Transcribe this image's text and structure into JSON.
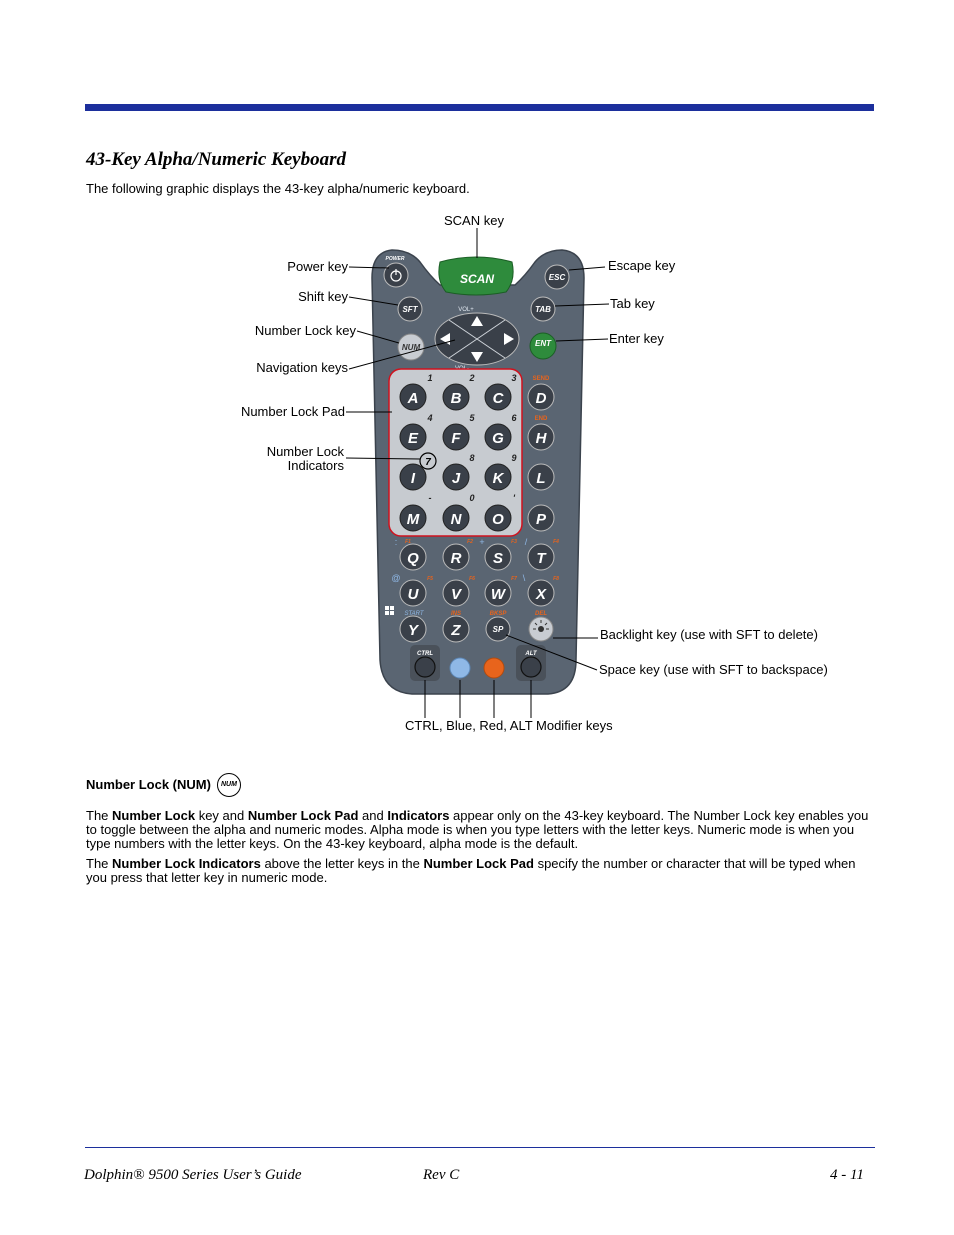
{
  "heading": "43-Key Alpha/Numeric Keyboard",
  "intro": "The following graphic displays the 43-key alpha/numeric keyboard.",
  "callouts": {
    "scan": "SCAN key",
    "power": "Power key",
    "shift": "Shift key",
    "numlock": "Number Lock key",
    "nav": "Navigation keys",
    "numpad": "Number Lock Pad",
    "indicators": "Number Lock Indicators",
    "escape": "Escape key",
    "tab": "Tab key",
    "enter": "Enter key",
    "backlight": "Backlight key (use with SFT to delete)",
    "space": "Space key (use with SFT to backspace)",
    "modifiers": "CTRL, Blue, Red, ALT Modifier keys"
  },
  "keyboard": {
    "scan": "SCAN",
    "power": "POWER",
    "esc": "ESC",
    "sft": "SFT",
    "tab": "TAB",
    "num": "NUM",
    "ent": "ENT",
    "vol_up": "VOL+",
    "vol_down": "VOL-",
    "ctrl": "CTRL",
    "alt": "ALT",
    "sp": "SP",
    "start": "START",
    "ins": "INS",
    "bksp": "BKSP",
    "del": "DEL",
    "send": "SEND",
    "end": "END",
    "rows": [
      [
        "A",
        "B",
        "C",
        "D"
      ],
      [
        "E",
        "F",
        "G",
        "H"
      ],
      [
        "I",
        "J",
        "K",
        "L"
      ],
      [
        "M",
        "N",
        "O",
        "P"
      ],
      [
        "Q",
        "R",
        "S",
        "T"
      ],
      [
        "U",
        "V",
        "W",
        "X"
      ],
      [
        "Y",
        "Z"
      ]
    ],
    "num_indicators": [
      [
        "1",
        "2",
        "3"
      ],
      [
        "4",
        "5",
        "6"
      ],
      [
        "7",
        "8",
        "9"
      ],
      [
        "-",
        "0",
        "'"
      ]
    ],
    "f_labels": [
      "F1",
      "F2",
      "F3",
      "F4",
      "F5",
      "F6",
      "F7",
      "F8"
    ],
    "symbols": [
      ":",
      "+",
      "/",
      "@",
      "\\"
    ],
    "colors": {
      "body": "#5a6572",
      "key": "#3a4049",
      "scan": "#2e8b3c",
      "ent": "#2e8b3c",
      "numpad": "#c7cbd0",
      "numpad_outline": "#d0121e",
      "blue_key": "#8fb8e6",
      "red_key": "#e8641c",
      "accent_orange": "#e8641c",
      "accent_blue": "#8fb8e6"
    }
  },
  "section": {
    "title": "Number Lock (NUM)",
    "icon_label": "NUM",
    "p1_parts": [
      "The ",
      "Number Lock",
      " key and ",
      "Number Lock Pad",
      " and ",
      "Indicators",
      " appear only on the 43-key keyboard. The Number Lock key enables you to toggle between the alpha and numeric modes. Alpha mode is when you type letters with the letter keys. Numeric mode is when you type numbers with the letter keys. On the 43-key keyboard, alpha mode is the default."
    ],
    "p2_parts": [
      "The ",
      "Number Lock Indicators",
      " above the letter keys in the ",
      "Number Lock Pad",
      " specify the number or character that will be typed when you press that letter key in numeric mode."
    ]
  },
  "footer": {
    "left": "Dolphin® 9500 Series User’s Guide",
    "center": "Rev C",
    "right": "4 - 11"
  }
}
